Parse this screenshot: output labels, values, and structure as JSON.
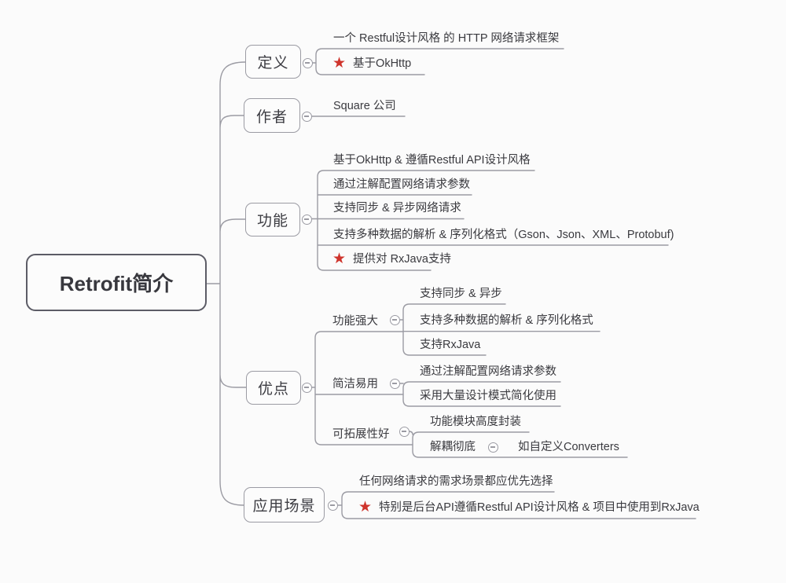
{
  "root": {
    "label": "Retrofit简介"
  },
  "branches": [
    {
      "label": "定义",
      "children": [
        {
          "text": "一个 Restful设计风格 的 HTTP 网络请求框架"
        },
        {
          "icon": "star",
          "text": "基于OkHttp"
        }
      ]
    },
    {
      "label": "作者",
      "children": [
        {
          "text": "Square 公司"
        }
      ]
    },
    {
      "label": "功能",
      "children": [
        {
          "text": "基于OkHttp & 遵循Restful API设计风格"
        },
        {
          "text": "通过注解配置网络请求参数"
        },
        {
          "text": "支持同步 & 异步网络请求"
        },
        {
          "text": "支持多种数据的解析 & 序列化格式（Gson、Json、XML、Protobuf)"
        },
        {
          "icon": "star",
          "text": "提供对 RxJava支持"
        }
      ]
    },
    {
      "label": "优点",
      "children": [
        {
          "text": "功能强大",
          "children": [
            {
              "text": "支持同步 & 异步"
            },
            {
              "text": "支持多种数据的解析 & 序列化格式"
            },
            {
              "text": "支持RxJava"
            }
          ]
        },
        {
          "text": "简洁易用",
          "children": [
            {
              "text": "通过注解配置网络请求参数"
            },
            {
              "text": "采用大量设计模式简化使用"
            }
          ]
        },
        {
          "text": "可拓展性好",
          "children": [
            {
              "text": "功能模块高度封装"
            },
            {
              "text": "解耦彻底",
              "children": [
                {
                  "text": "如自定义Converters"
                }
              ]
            }
          ]
        }
      ]
    },
    {
      "label": "应用场景",
      "children": [
        {
          "text": "任何网络请求的需求场景都应优先选择"
        },
        {
          "icon": "star",
          "text": "特别是后台API遵循Restful API设计风格 & 项目中使用到RxJava"
        }
      ]
    }
  ],
  "icons": {
    "star": "★",
    "collapse": "−"
  },
  "colors": {
    "line": "#9b9ba3",
    "text": "#3a3a3f",
    "star": "#cf342c",
    "root_border": "#5c5c66",
    "background": "#fbfbfb"
  }
}
